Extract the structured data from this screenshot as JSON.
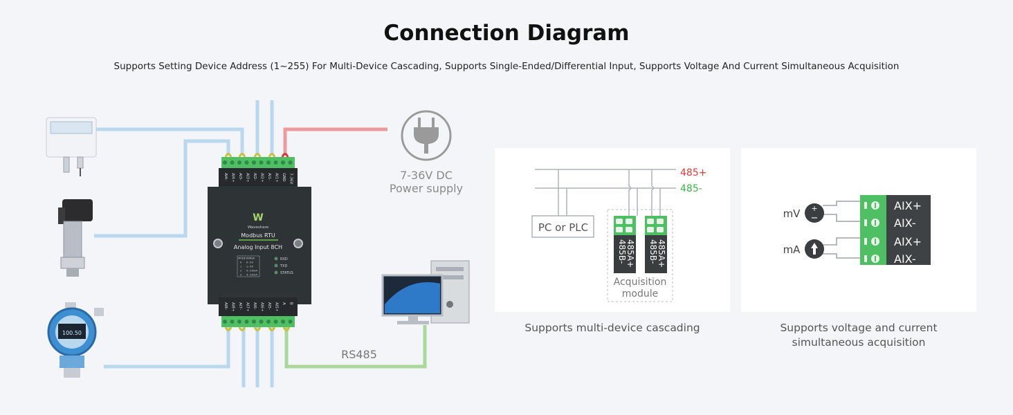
{
  "header": {
    "title": "Connection Diagram",
    "subtitle": "Supports Setting Device Address (1~255) For Multi-Device Cascading, Supports Single-Ended/Differential Input, Supports Voltage And Current Simultaneous Acquisition"
  },
  "wiring": {
    "power_label_line1": "7-36V DC",
    "power_label_line2": "Power supply",
    "bus_label": "RS485"
  },
  "module": {
    "brand": "Waveshare",
    "name": "Modbus RTU",
    "subname": "Analog Input 8CH",
    "top_terminals": [
      "AI4-",
      "AI4+",
      "AI3-",
      "AI3+",
      "AI2-",
      "AI2+",
      "AI1-",
      "AI1+",
      "GND",
      "7-36V"
    ],
    "bottom_terminals": [
      "AI8-",
      "AI8+",
      "AI7-",
      "AI7+",
      "AI6-",
      "AI6+",
      "AI5-",
      "AI5+",
      "A",
      "B"
    ],
    "mode_table": {
      "headers": [
        "MODE",
        "RANGE"
      ],
      "rows": [
        [
          "0",
          "0~5V"
        ],
        [
          "1",
          "1~5V"
        ],
        [
          "2",
          "0~20mA"
        ],
        [
          "3",
          "4~20mA"
        ]
      ]
    },
    "leds": [
      "RXD",
      "TXD",
      "STATUS"
    ]
  },
  "cascading_panel": {
    "bus_plus_label": "485+",
    "bus_minus_label": "485-",
    "controller_label": "PC or PLC",
    "terminal_a_label": "485A+",
    "terminal_b_label": "485B-",
    "module_label_line1": "Acquisition",
    "module_label_line2": "module",
    "caption": "Supports multi-device cascading"
  },
  "acquisition_panel": {
    "voltage_label": "mV",
    "current_label": "mA",
    "terminals": [
      "AIX+",
      "AIX-",
      "AIX+",
      "AIX-"
    ],
    "caption_line1": "Supports voltage and current",
    "caption_line2": "simultaneous acquisition"
  },
  "colors": {
    "blue_wire": "#b9d8ee",
    "red_wire": "#ee9a9a",
    "green_wire": "#a9d99a",
    "terminal_green": "#4fbf63",
    "bus_plus": "#e23a3a",
    "bus_minus": "#3ab54a",
    "module_body": "#2e3336"
  }
}
